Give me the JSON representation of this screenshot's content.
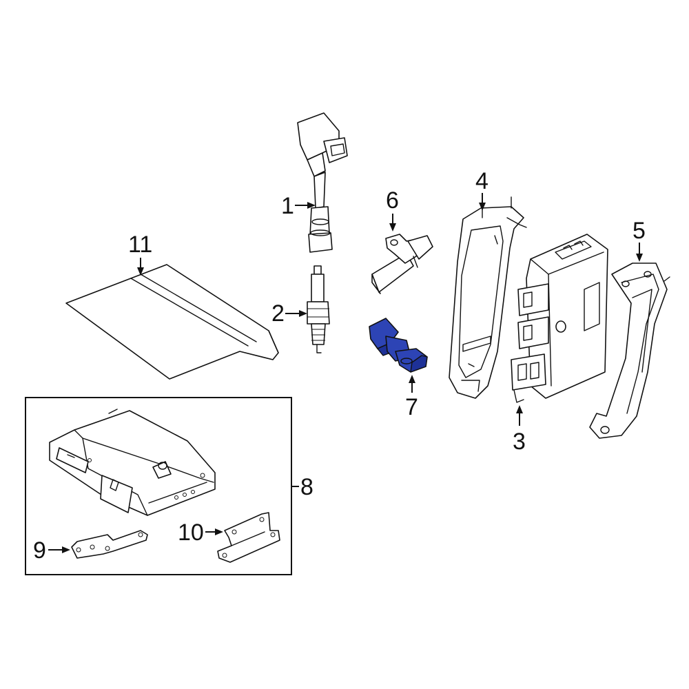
{
  "diagram": {
    "highlight_color": "#2d44b5",
    "callouts": {
      "c1": "1",
      "c2": "2",
      "c3": "3",
      "c4": "4",
      "c5": "5",
      "c6": "6",
      "c7": "7",
      "c8": "8",
      "c9": "9",
      "c10": "10",
      "c11": "11"
    }
  }
}
